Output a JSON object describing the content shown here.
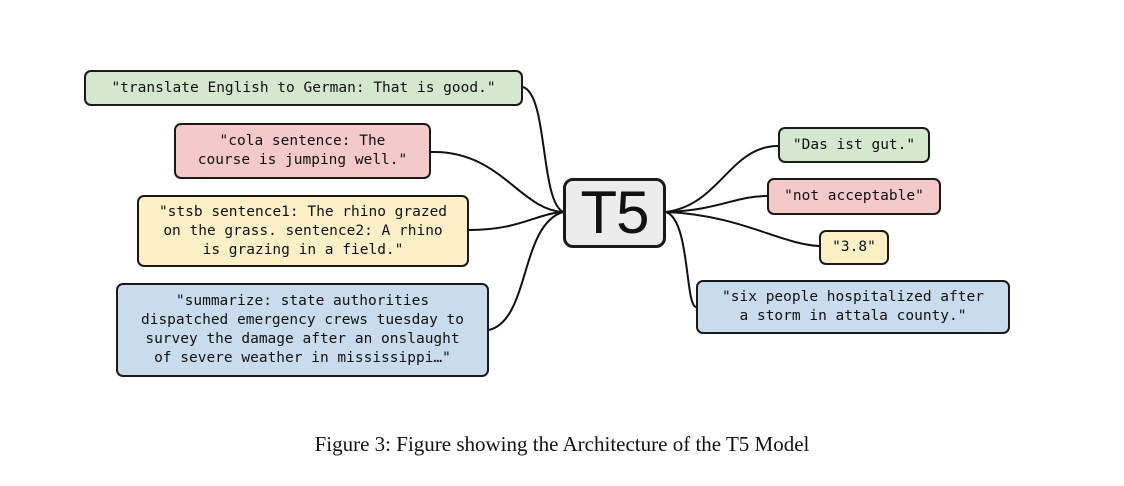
{
  "colors": {
    "green": "#d6e7d0",
    "red": "#f3c9c9",
    "yellow": "#fdf0c6",
    "blue": "#c9dcee",
    "hub": "#ececec"
  },
  "hub": {
    "label": "T5"
  },
  "inputs": [
    {
      "id": "translate",
      "text": "\"translate English to German: That is good.\"",
      "color": "green"
    },
    {
      "id": "cola",
      "text": "\"cola sentence: The\ncourse is jumping well.\"",
      "color": "red"
    },
    {
      "id": "stsb",
      "text": "\"stsb sentence1: The rhino grazed\non the grass. sentence2: A rhino\nis grazing in a field.\"",
      "color": "yellow"
    },
    {
      "id": "summarize",
      "text": "\"summarize: state authorities\ndispatched emergency crews tuesday to\nsurvey the damage after an onslaught\nof severe weather in mississippi…\"",
      "color": "blue"
    }
  ],
  "outputs": [
    {
      "id": "translate",
      "text": "\"Das ist gut.\"",
      "color": "green"
    },
    {
      "id": "cola",
      "text": "\"not acceptable\"",
      "color": "red"
    },
    {
      "id": "stsb",
      "text": "\"3.8\"",
      "color": "yellow"
    },
    {
      "id": "summarize",
      "text": "\"six people hospitalized after\na storm in attala county.\"",
      "color": "blue"
    }
  ],
  "caption": "Figure 3: Figure showing the Architecture of the T5 Model"
}
